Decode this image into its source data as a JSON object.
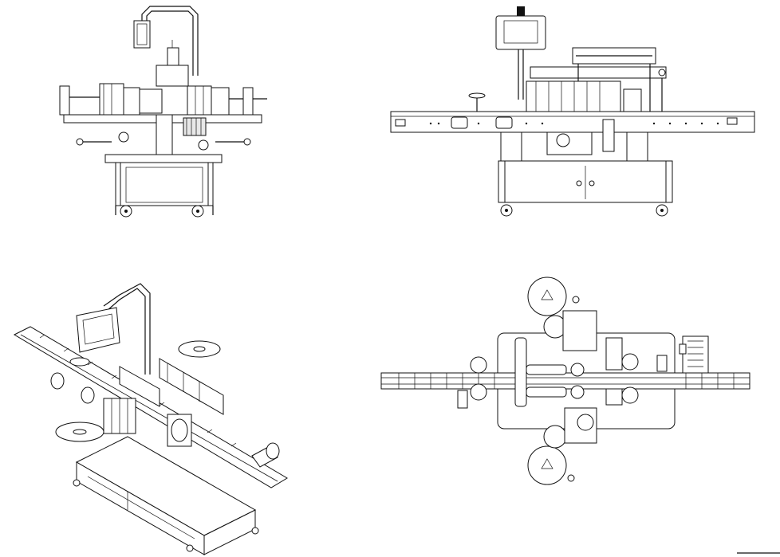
{
  "drawing": {
    "views": [
      {
        "id": "front-view"
      },
      {
        "id": "side-view"
      },
      {
        "id": "isometric-view"
      },
      {
        "id": "top-view"
      }
    ],
    "icons": [
      "label-roll-icon",
      "motor-icon",
      "touchscreen-icon",
      "caster-wheel-icon"
    ],
    "line_color": "#111111",
    "background": "#ffffff"
  }
}
